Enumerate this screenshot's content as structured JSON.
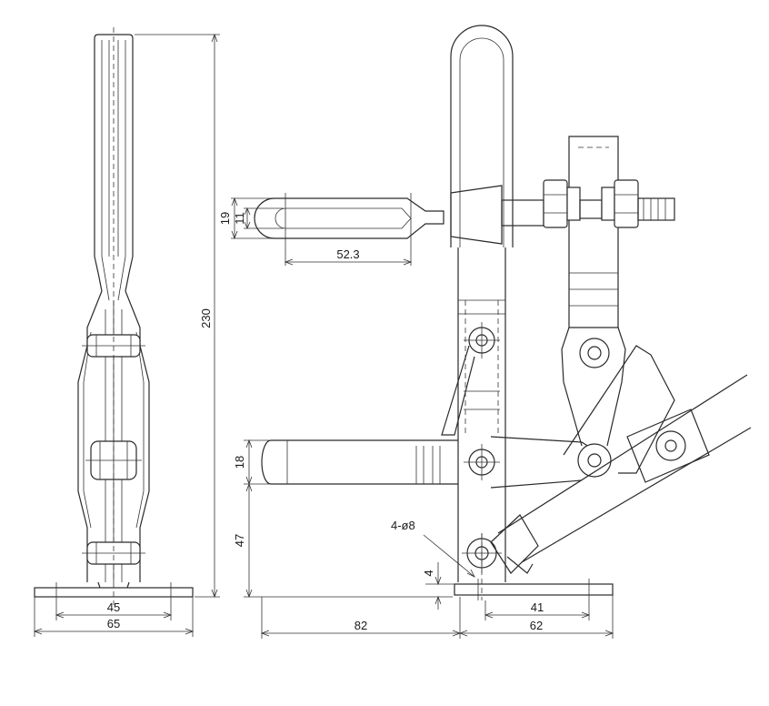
{
  "dimensions": {
    "overall_height": "230",
    "handle_width_outer": "19",
    "handle_width_inner": "11",
    "handle_slot_length": "52.3",
    "bar_height": "18",
    "pivot_height": "47",
    "base_offset": "4",
    "base_hole_spacing_side": "45",
    "base_width_side": "65",
    "arm_length": "82",
    "base_hole_spacing_front": "41",
    "base_width_front": "62",
    "mounting_holes": "4-ø8"
  }
}
